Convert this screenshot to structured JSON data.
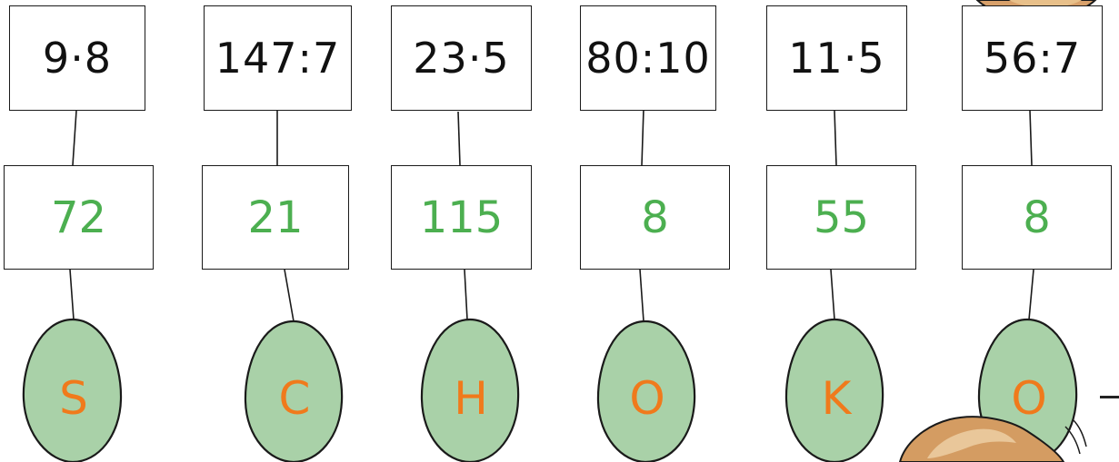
{
  "columns": [
    {
      "expression": "9·8",
      "answer": "72",
      "letter": "S"
    },
    {
      "expression": "147:7",
      "answer": "21",
      "letter": "C"
    },
    {
      "expression": "23·5",
      "answer": "115",
      "letter": "H"
    },
    {
      "expression": "80:10",
      "answer": "8",
      "letter": "O"
    },
    {
      "expression": "11·5",
      "answer": "55",
      "letter": "K"
    },
    {
      "expression": "56:7",
      "answer": "8",
      "letter": "O"
    }
  ],
  "colors": {
    "answer": "#4caf50",
    "letter": "#f07a1c",
    "egg_fill": "#a9d1a8",
    "ink": "#1a1a1a"
  },
  "decorations": [
    "mouse-illustration"
  ]
}
